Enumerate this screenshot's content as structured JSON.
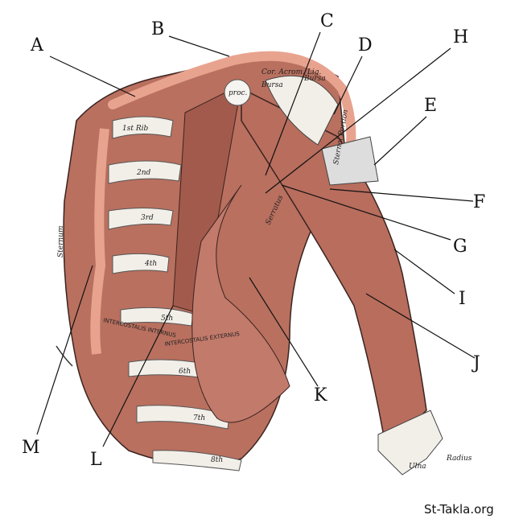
{
  "labels": [
    "A",
    "B",
    "C",
    "D",
    "E",
    "F",
    "G",
    "H",
    "I",
    "J",
    "K",
    "L",
    "M"
  ],
  "structure_text": {
    "rib1": "1st Rib",
    "rib2": "2nd",
    "rib3": "3rd",
    "rib4": "4th",
    "rib5": "5th",
    "rib6": "6th",
    "rib7": "7th",
    "rib8": "8th",
    "sternum": "Sternum",
    "lig": "Cor. Acrom. Lig.",
    "bursa1": "Bursa",
    "bursa2": "Bursa",
    "proc": "proc.",
    "sternal_portion": "Sternal Portion",
    "serratus": "Serratus",
    "ic_internus": "INTERCOSTALIS INTERNUS",
    "ic_externus": "INTERCOSTALIS EXTERNUS",
    "radius": "Radius",
    "ulna": "Ulna"
  },
  "watermark": "St-Takla.org",
  "colors": {
    "muscle": "#c0776a",
    "muscle_dark": "#8a4a40",
    "fat": "#e8a38f",
    "bone": "#f2efe9"
  }
}
